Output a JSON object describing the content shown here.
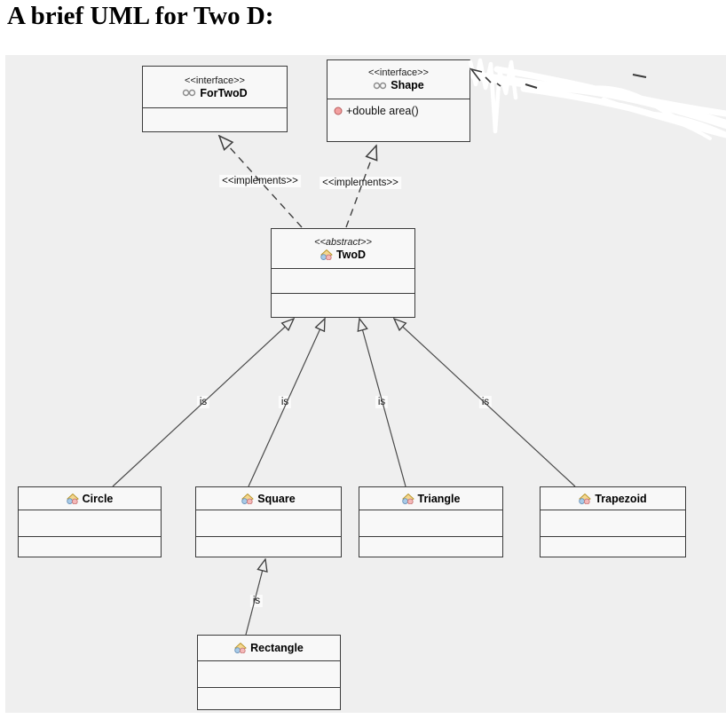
{
  "page": {
    "title": "A brief UML for Two D:"
  },
  "diagram": {
    "boxes": {
      "fortwod": {
        "stereotype": "<<interface>>",
        "name": "ForTwoD",
        "icon": "interface-lollipop-icon"
      },
      "shape": {
        "stereotype": "<<interface>>",
        "name": "Shape",
        "icon": "interface-lollipop-icon",
        "methods": [
          "+double area()"
        ],
        "method_icon": "public-method-icon"
      },
      "twod": {
        "stereotype": "<<abstract>>",
        "name": "TwoD",
        "icon": "class-icon"
      },
      "circle": {
        "name": "Circle",
        "icon": "class-icon"
      },
      "square": {
        "name": "Square",
        "icon": "class-icon"
      },
      "triangle": {
        "name": "Triangle",
        "icon": "class-icon"
      },
      "trapezoid": {
        "name": "Trapezoid",
        "icon": "class-icon"
      },
      "rectangle": {
        "name": "Rectangle",
        "icon": "class-icon"
      }
    },
    "edge_labels": {
      "implements_fortwod": "<<implements>>",
      "implements_shape": "<<implements>>",
      "is_circle": "is",
      "is_square": "is",
      "is_triangle": "is",
      "is_trapezoid": "is",
      "is_rectangle": "is"
    },
    "colors": {
      "canvas_bg": "#efefef",
      "box_bg": "#f8f8f8",
      "box_border": "#3a3a3a",
      "line": "#4a4a4a",
      "method_icon_fill": "#f2a0a0",
      "method_icon_stroke": "#b85c5c",
      "class_icon_yellow": "#f5d78e",
      "class_icon_blue": "#a8cbe8",
      "class_icon_pink": "#f4b8b8",
      "scribble": "#ffffff"
    }
  }
}
